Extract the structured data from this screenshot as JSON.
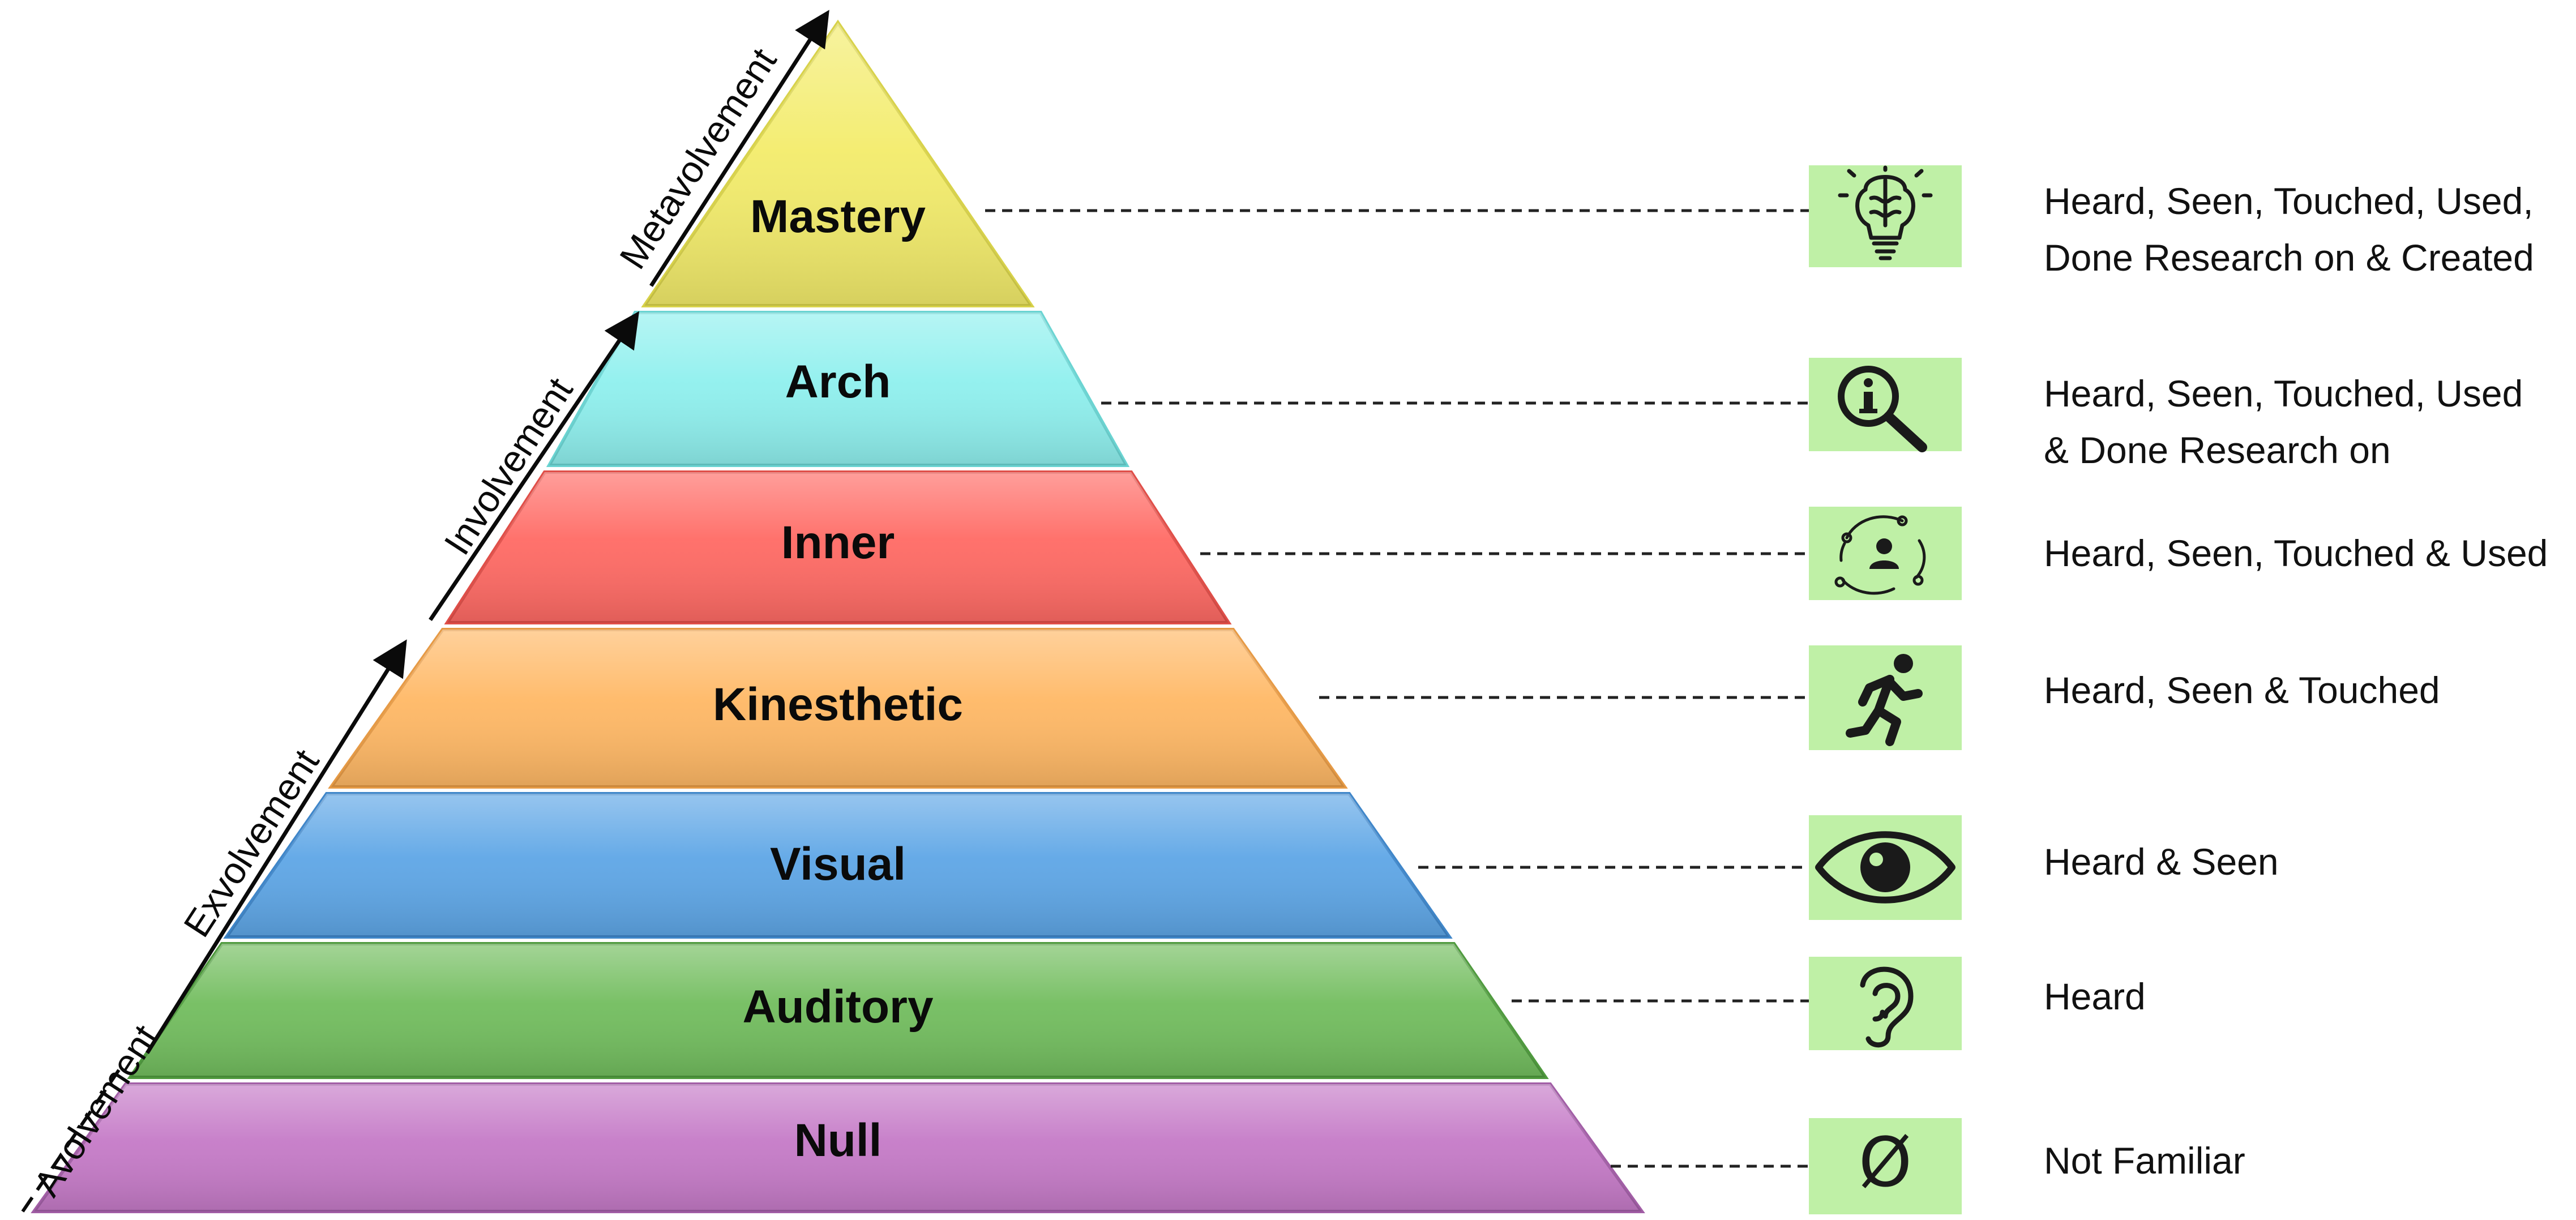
{
  "stages": [
    {
      "id": "avolvement",
      "label": "Avolvement"
    },
    {
      "id": "exvolvement",
      "label": "Exvolvement"
    },
    {
      "id": "involvement",
      "label": "Involvement"
    },
    {
      "id": "metavolvement",
      "label": "Metavolvement"
    }
  ],
  "levels": [
    {
      "id": "mastery",
      "label": "Mastery",
      "color": "#f3ec6b",
      "icon": "lightbulb-brain-icon",
      "desc": [
        "Heard, Seen, Touched, Used,",
        "Done Research on & Created"
      ]
    },
    {
      "id": "arch",
      "label": "Arch",
      "color": "#8ff0ee",
      "icon": "info-magnifier-icon",
      "desc": [
        "Heard, Seen, Touched, Used",
        "& Done Research on"
      ]
    },
    {
      "id": "inner",
      "label": "Inner",
      "color": "#ff6a64",
      "icon": "person-cycle-icon",
      "desc": [
        "Heard, Seen, Touched & Used"
      ]
    },
    {
      "id": "kinesthetic",
      "label": "Kinesthetic",
      "color": "#ffb865",
      "icon": "running-person-icon",
      "desc": [
        "Heard, Seen & Touched"
      ]
    },
    {
      "id": "visual",
      "label": "Visual",
      "color": "#5ea6e6",
      "icon": "eye-icon",
      "desc": [
        "Heard & Seen"
      ]
    },
    {
      "id": "auditory",
      "label": "Auditory",
      "color": "#72bd5e",
      "icon": "ear-icon",
      "desc": [
        "Heard"
      ]
    },
    {
      "id": "null",
      "label": "Null",
      "color": "#c57ac7",
      "icon": "empty-set-icon",
      "icon_text": "Ø",
      "desc": [
        "Not Familiar"
      ]
    }
  ],
  "colors": {
    "icon_box": "#bff0a6",
    "connector": "#222222",
    "text": "#0a0a0a"
  }
}
